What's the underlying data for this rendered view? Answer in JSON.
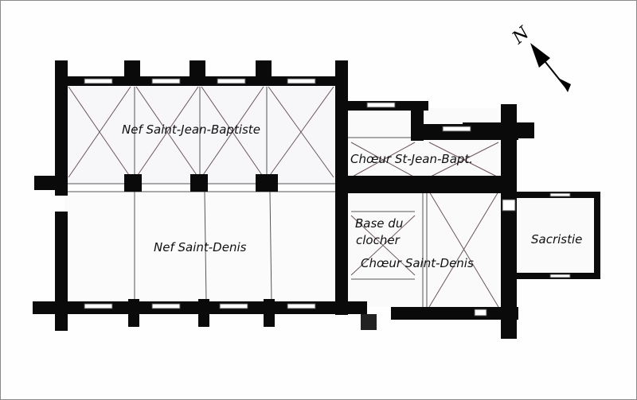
{
  "plan": {
    "compass_letter": "N",
    "rooms": {
      "nef_jean": "Nef Saint-Jean-Baptiste",
      "nef_denis": "Nef Saint-Denis",
      "choeur_jean": "Chœur St-Jean-Bapt.",
      "base_clocher_1": "Base du",
      "base_clocher_2": "clocher",
      "choeur_denis": "Chœur Saint-Denis",
      "sacristie": "Sacristie"
    },
    "colors": {
      "wall": "#0a0a0a",
      "floor": "#f7f6f8",
      "rib": "#6b5560",
      "border": "#8a8a8a"
    }
  }
}
